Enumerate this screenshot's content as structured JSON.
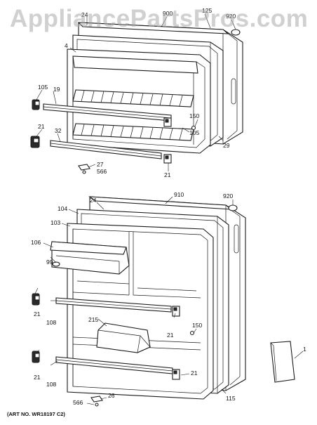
{
  "watermark": "AppliancePartsPros.com",
  "art_number": "(ART NO. WR18197 C2)",
  "top_door_labels": {
    "l24": "24",
    "l900": "900",
    "l125": "125",
    "l920": "920",
    "l4": "4",
    "l105a": "105",
    "l19": "19",
    "l150": "150",
    "l21a": "21",
    "l32": "32",
    "l105b": "105",
    "l29": "29",
    "l27": "27",
    "l566": "566",
    "l21b": "21"
  },
  "bottom_door_labels": {
    "l910": "910",
    "l24": "24",
    "l920": "920",
    "l104": "104",
    "l103": "103",
    "l106": "106",
    "l99": "99",
    "l21a": "21",
    "l108a": "108",
    "l215": "215",
    "l150": "150",
    "l21b": "21",
    "l21c": "21",
    "l108b": "108",
    "l21d": "21",
    "l26": "26",
    "l566": "566",
    "l115": "115",
    "l1": "1"
  },
  "colors": {
    "line": "#1a1a1a",
    "watermark": "#aaaaaa",
    "background": "#ffffff"
  }
}
